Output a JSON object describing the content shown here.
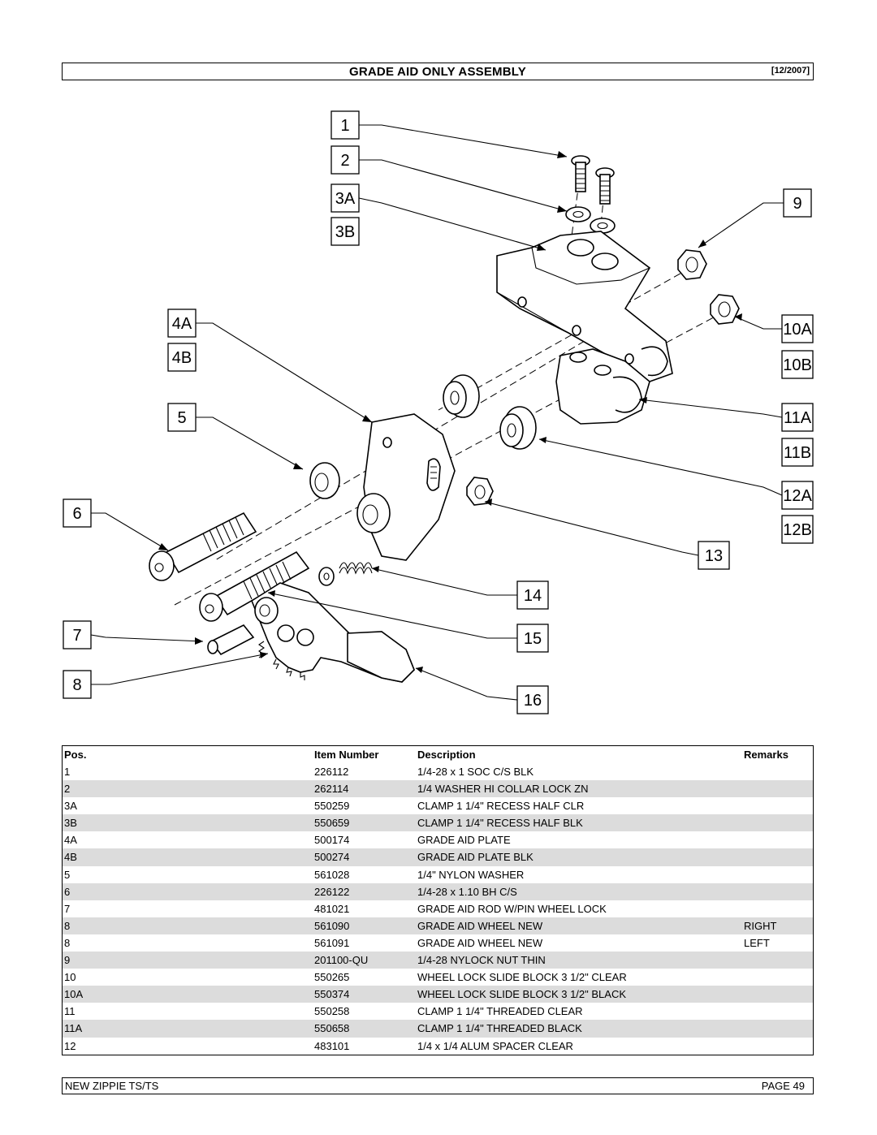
{
  "header": {
    "title": "GRADE AID ONLY ASSEMBLY",
    "date": "[12/2007]"
  },
  "callouts": {
    "c1": "1",
    "c2": "2",
    "c3a": "3A",
    "c3b": "3B",
    "c4a": "4A",
    "c4b": "4B",
    "c5": "5",
    "c6": "6",
    "c7": "7",
    "c8": "8",
    "c9": "9",
    "c10a": "10A",
    "c10b": "10B",
    "c11a": "11A",
    "c11b": "11B",
    "c12a": "12A",
    "c12b": "12B",
    "c13": "13",
    "c14": "14",
    "c15": "15",
    "c16": "16"
  },
  "table": {
    "headers": {
      "pos": "Pos.",
      "item": "Item Number",
      "desc": "Description",
      "remarks": "Remarks"
    },
    "rows": [
      {
        "pos": "1",
        "item": "226112",
        "desc": "1/4-28 x 1 SOC C/S BLK",
        "remarks": ""
      },
      {
        "pos": "2",
        "item": "262114",
        "desc": "1/4 WASHER HI COLLAR LOCK ZN",
        "remarks": ""
      },
      {
        "pos": "3A",
        "item": "550259",
        "desc": "CLAMP 1 1/4\" RECESS HALF CLR",
        "remarks": ""
      },
      {
        "pos": "3B",
        "item": "550659",
        "desc": "CLAMP 1 1/4\" RECESS HALF BLK",
        "remarks": ""
      },
      {
        "pos": "4A",
        "item": "500174",
        "desc": "GRADE AID PLATE",
        "remarks": ""
      },
      {
        "pos": "4B",
        "item": "500274",
        "desc": "GRADE AID PLATE BLK",
        "remarks": ""
      },
      {
        "pos": "5",
        "item": "561028",
        "desc": "1/4\" NYLON WASHER",
        "remarks": ""
      },
      {
        "pos": "6",
        "item": "226122",
        "desc": "1/4-28 x 1.10 BH C/S",
        "remarks": ""
      },
      {
        "pos": "7",
        "item": "481021",
        "desc": "GRADE AID ROD W/PIN WHEEL LOCK",
        "remarks": ""
      },
      {
        "pos": "8",
        "item": "561090",
        "desc": "GRADE AID WHEEL NEW",
        "remarks": "RIGHT"
      },
      {
        "pos": "8",
        "item": "561091",
        "desc": "GRADE AID WHEEL NEW",
        "remarks": "LEFT"
      },
      {
        "pos": "9",
        "item": "201100-QU",
        "desc": "1/4-28 NYLOCK NUT THIN",
        "remarks": ""
      },
      {
        "pos": "10",
        "item": "550265",
        "desc": "WHEEL LOCK SLIDE BLOCK 3 1/2\" CLEAR",
        "remarks": ""
      },
      {
        "pos": "10A",
        "item": "550374",
        "desc": "WHEEL LOCK SLIDE BLOCK 3 1/2\" BLACK",
        "remarks": ""
      },
      {
        "pos": "11",
        "item": "550258",
        "desc": "CLAMP 1 1/4\" THREADED CLEAR",
        "remarks": ""
      },
      {
        "pos": "11A",
        "item": "550658",
        "desc": "CLAMP 1 1/4\" THREADED BLACK",
        "remarks": ""
      },
      {
        "pos": "12",
        "item": "483101",
        "desc": "1/4 x 1/4 ALUM SPACER CLEAR",
        "remarks": ""
      }
    ]
  },
  "footer": {
    "left": "NEW ZIPPIE TS/TS",
    "right": "PAGE 49"
  }
}
